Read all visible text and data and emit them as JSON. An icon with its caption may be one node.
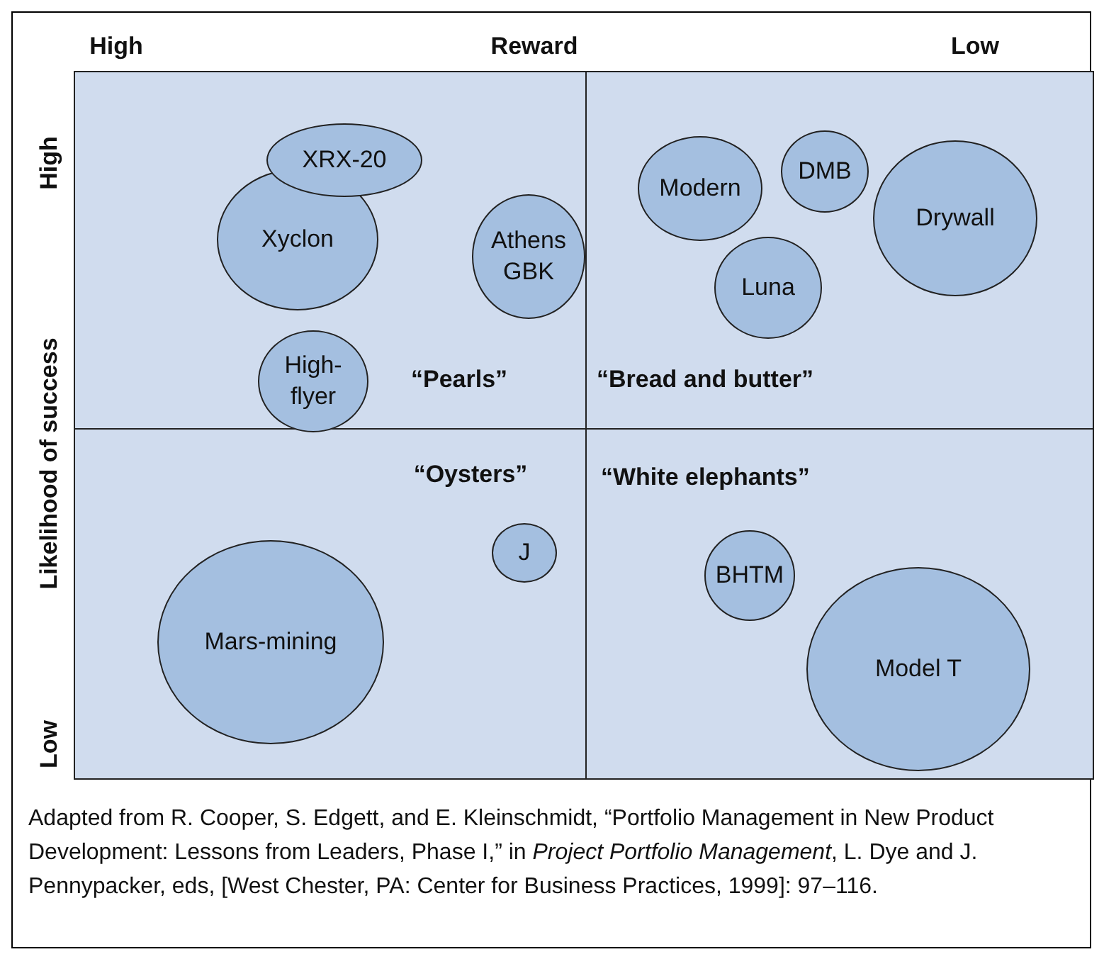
{
  "diagram": {
    "caption": "Adapted from R. Cooper, S. Edgett, and E. Kleinschmidt, “Portfolio Management in New Product Development: Lessons from Leaders, Phase I,” in *Project Portfolio Management*, L. Dye and J. Pennypacker, eds, [West Chester, PA: Center for Business Practices, 1999]: 97–116.",
    "nodes": [
      {
        "text": [
          "“Pearls”"
        ]
      },
      {
        "text": [
          "XRX-20"
        ],
        "in": 0
      },
      {
        "text": [
          "Xyclon"
        ],
        "in": 0
      },
      {
        "text": [
          "Athens GBK"
        ],
        "in": 0
      },
      {
        "text": [
          "High-flyer"
        ],
        "in": 0
      },
      {
        "text": [
          "“Bread and butter”"
        ]
      },
      {
        "text": [
          "Modern"
        ],
        "in": 5
      },
      {
        "text": [
          "DMB"
        ],
        "in": 5
      },
      {
        "text": [
          "Drywall"
        ],
        "in": 5
      },
      {
        "text": [
          "Luna"
        ],
        "in": 5
      },
      {
        "text": [
          "“Oysters”"
        ]
      },
      {
        "text": [
          "J"
        ],
        "in": 10
      },
      {
        "text": [
          "Mars-mining"
        ],
        "in": 10
      },
      {
        "text": [
          "“White elephants”"
        ]
      },
      {
        "text": [
          "BHTM"
        ],
        "in": 13
      },
      {
        "text": [
          "Model T"
        ],
        "in": 13
      }
    ],
    "edges": [],
    "labels": [
      "High",
      "Reward",
      "Low",
      "High",
      "Likelihood of success",
      "Low"
    ]
  }
}
